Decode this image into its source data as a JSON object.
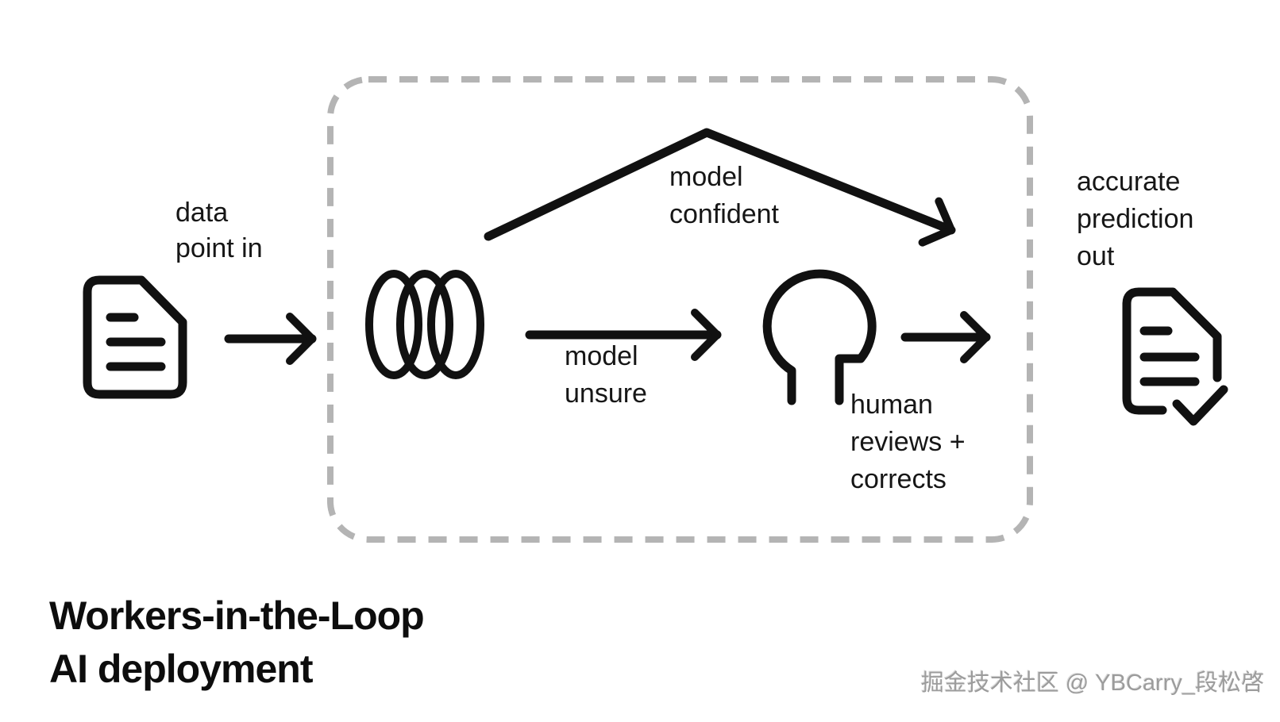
{
  "title": "Workers-in-the-Loop\nAI deployment",
  "watermark": "掘金技术社区 @ YBCarry_段松啓",
  "nodes": {
    "input_document": {
      "icon": "document-icon",
      "label": "data\npoint in"
    },
    "model": {
      "icon": "model-coil-icon"
    },
    "human": {
      "icon": "human-headphones-icon",
      "label": "human\nreviews +\ncorrects"
    },
    "output_document": {
      "icon": "document-check-icon",
      "label": "accurate\nprediction\nout"
    }
  },
  "edges": {
    "confident_path_label": "model\nconfident",
    "unsure_path_label": "model\nunsure"
  },
  "colors": {
    "ink": "#111111",
    "dash_border": "#b4b4b4",
    "watermark": "#9c9c9c",
    "background": "#ffffff"
  }
}
